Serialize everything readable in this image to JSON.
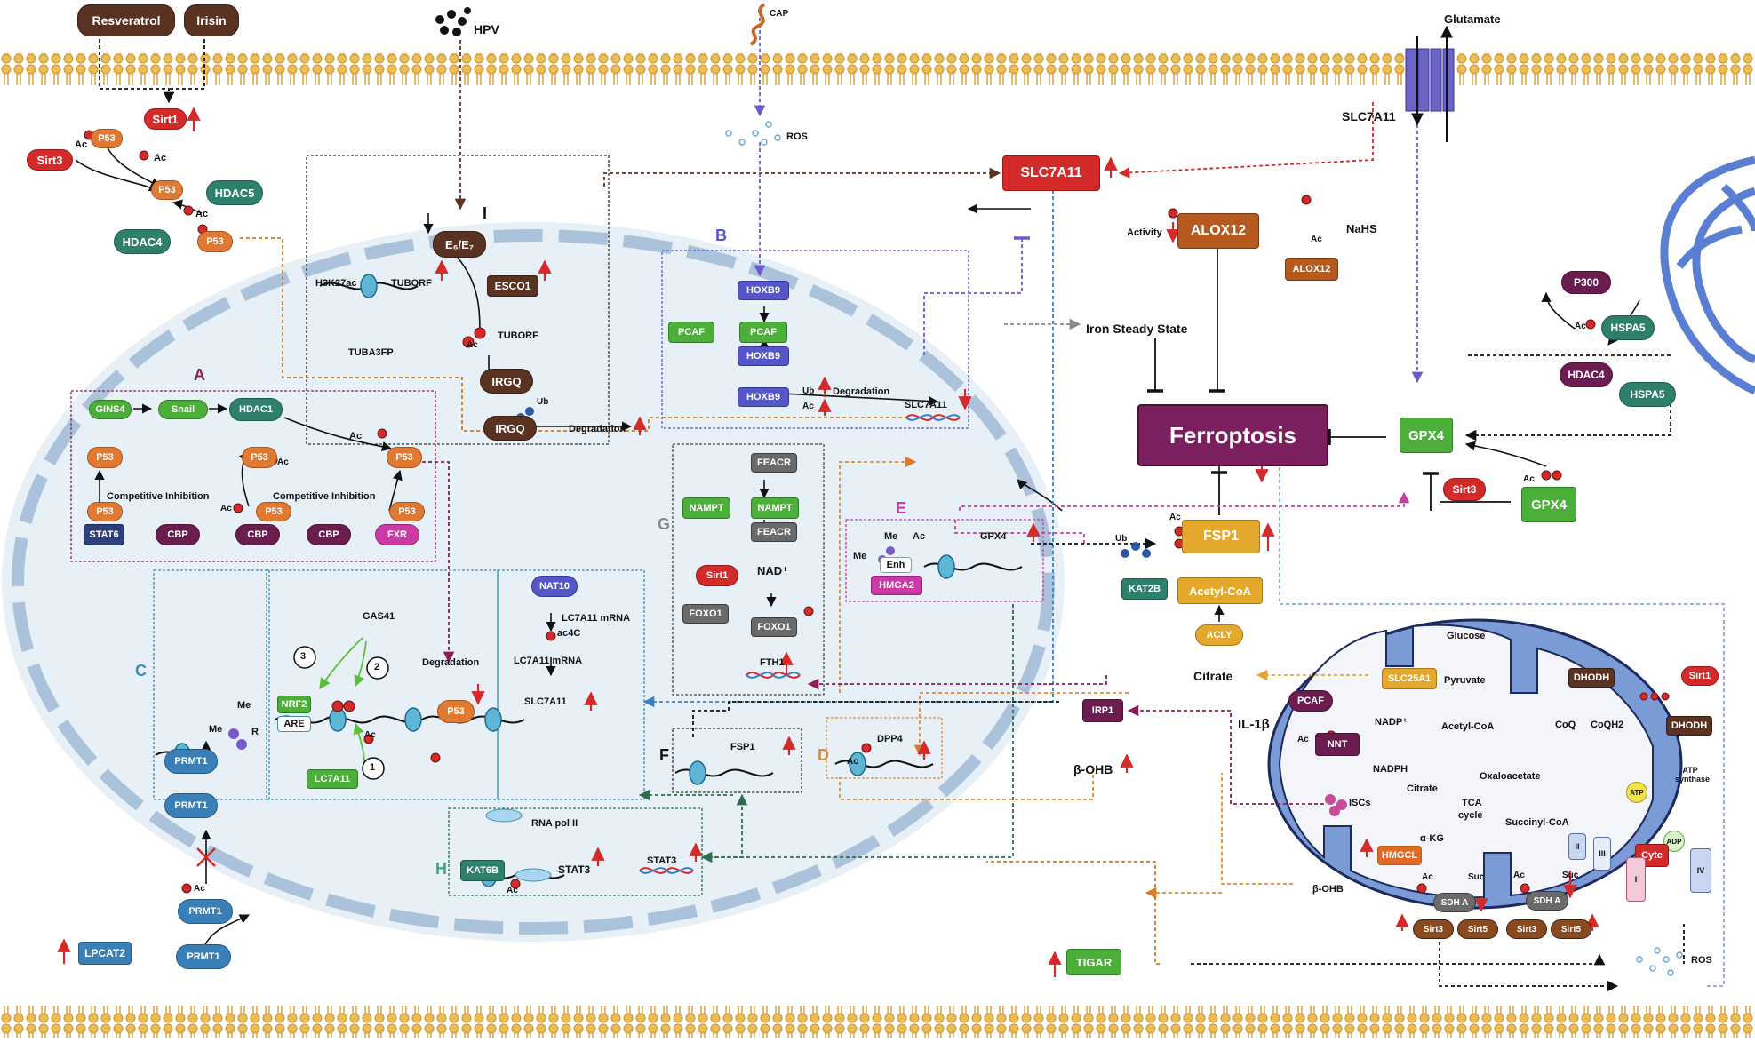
{
  "extracellular": {
    "resveratrol": "Resveratrol",
    "irisin": "Irisin",
    "hpv": "HPV",
    "cap": "CAP",
    "ros_top": "ROS",
    "glutamate": "Glutamate",
    "slc7a11_label": "SLC7A11"
  },
  "cytoplasm": {
    "sirt1": "Sirt1",
    "sirt3": "Sirt3",
    "p53": "P53",
    "hdac5": "HDAC5",
    "hdac4": "HDAC4",
    "ac": "Ac",
    "slc7a11": "SLC7A11",
    "alox12": "ALOX12",
    "alox12_small": "ALOX12",
    "activity": "Activity",
    "nahs": "NaHS",
    "iron_steady_state": "Iron Steady State",
    "ferroptosis": "Ferroptosis",
    "p300": "P300",
    "hspa5": "HSPA5",
    "hdac4_er": "HDAC4",
    "gpx4": "GPX4",
    "sirt3_gpx4": "Sirt3",
    "fsp1": "FSP1",
    "ub": "Ub",
    "kat2b": "KAT2B",
    "acetyl_coa": "Acetyl-CoA",
    "acly": "ACLY",
    "citrate": "Citrate",
    "irp1": "IRP1",
    "il1b": "IL-1β",
    "bohb": "β-OHB",
    "tigar": "TIGAR",
    "lpcat2": "LPCAT2",
    "prmt1": "PRMT1",
    "ros_bottom": "ROS"
  },
  "sections": {
    "A": "A",
    "B": "B",
    "C": "C",
    "D": "D",
    "E": "E",
    "F": "F",
    "G": "G",
    "H": "H",
    "I": "I"
  },
  "section_I": {
    "e6e7": "E₆/E₇",
    "h3k27ac": "H3K27ac",
    "tuborf": "TUBORF",
    "esco1": "ESCO1",
    "tuba3fp": "TUBA3FP",
    "tuborf2": "TUBORF",
    "irgq": "IRGQ",
    "irgq2": "IRGQ",
    "ub": "Ub",
    "degradation": "Degradation"
  },
  "section_A": {
    "gins4": "GINS4",
    "snail": "Snail",
    "hdac1": "HDAC1",
    "competitive_inhibition": "Competitive Inhibition",
    "stat6": "STAT6",
    "cbp": "CBP",
    "fxr": "FXR"
  },
  "section_B": {
    "hoxb9": "HOXB9",
    "pcaf": "PCAF",
    "degradation": "Degradation",
    "slc7a11": "SLC7A11"
  },
  "section_C": {
    "me": "Me",
    "r": "R",
    "gas41": "GAS41",
    "nrf2": "NRF2",
    "are": "ARE",
    "lc7a11": "LC7A11",
    "degradation": "Degradation",
    "slc7a11": "SLC7A11",
    "nat10": "NAT10",
    "mrna1": "LC7A11 mRNA",
    "ac4c": "ac4C",
    "mrna2": "LC7A11 mRNA",
    "step1": "1",
    "step2": "2",
    "step3": "3"
  },
  "section_G": {
    "feacr": "FEACR",
    "nampt": "NAMPT",
    "nad": "NAD⁺",
    "sirt1": "Sirt1",
    "foxo1": "FOXO1",
    "fth1": "FTH1"
  },
  "section_E": {
    "me": "Me",
    "ac": "Ac",
    "enh": "Enh",
    "hmga2": "HMGA2",
    "gpx4": "GPX4"
  },
  "section_F": {
    "fsp1": "FSP1"
  },
  "section_D": {
    "dpp4": "DPP4"
  },
  "section_H": {
    "rna_pol": "RNA pol II",
    "kat6b": "KAT6B",
    "stat3": "STAT3",
    "stat3_b": "STAT3"
  },
  "mito": {
    "glucose": "Glucose",
    "pyruvate": "Pyruvate",
    "slc25a1": "SLC25A1",
    "pcaf": "PCAF",
    "nnt": "NNT",
    "nadp": "NADP⁺",
    "nadph": "NADPH",
    "acetyl_coa": "Acetyl-CoA",
    "oxaloacetate": "Oxaloacetate",
    "citrate": "Citrate",
    "tca": "TCA",
    "cycle": "cycle",
    "succinyl_coa": "Succinyl-CoA",
    "akg": "α-KG",
    "iscs": "ISCs",
    "bohb": "β-OHB",
    "hmgcl": "HMGCL",
    "dhodh": "DHODH",
    "dhodh2": "DHODH",
    "sirt1": "Sirt1",
    "coq": "CoQ",
    "coqh2": "CoQH2",
    "atp": "ATP",
    "adp": "ADP",
    "atp_synthase": "ATP synthase",
    "cytc": "Cytc",
    "ii": "II",
    "iii": "III",
    "iv": "IV",
    "i": "I",
    "sdha": "SDH A",
    "sirt3": "Sirt3",
    "sirt5": "Sirt5",
    "suc": "Suc",
    "ac": "Ac"
  },
  "colors": {
    "membrane": "#e9b64a",
    "nucleus": "#e8f0f7",
    "mito": "#7a9bd6",
    "ferroptosis": "#7b1f5e"
  }
}
